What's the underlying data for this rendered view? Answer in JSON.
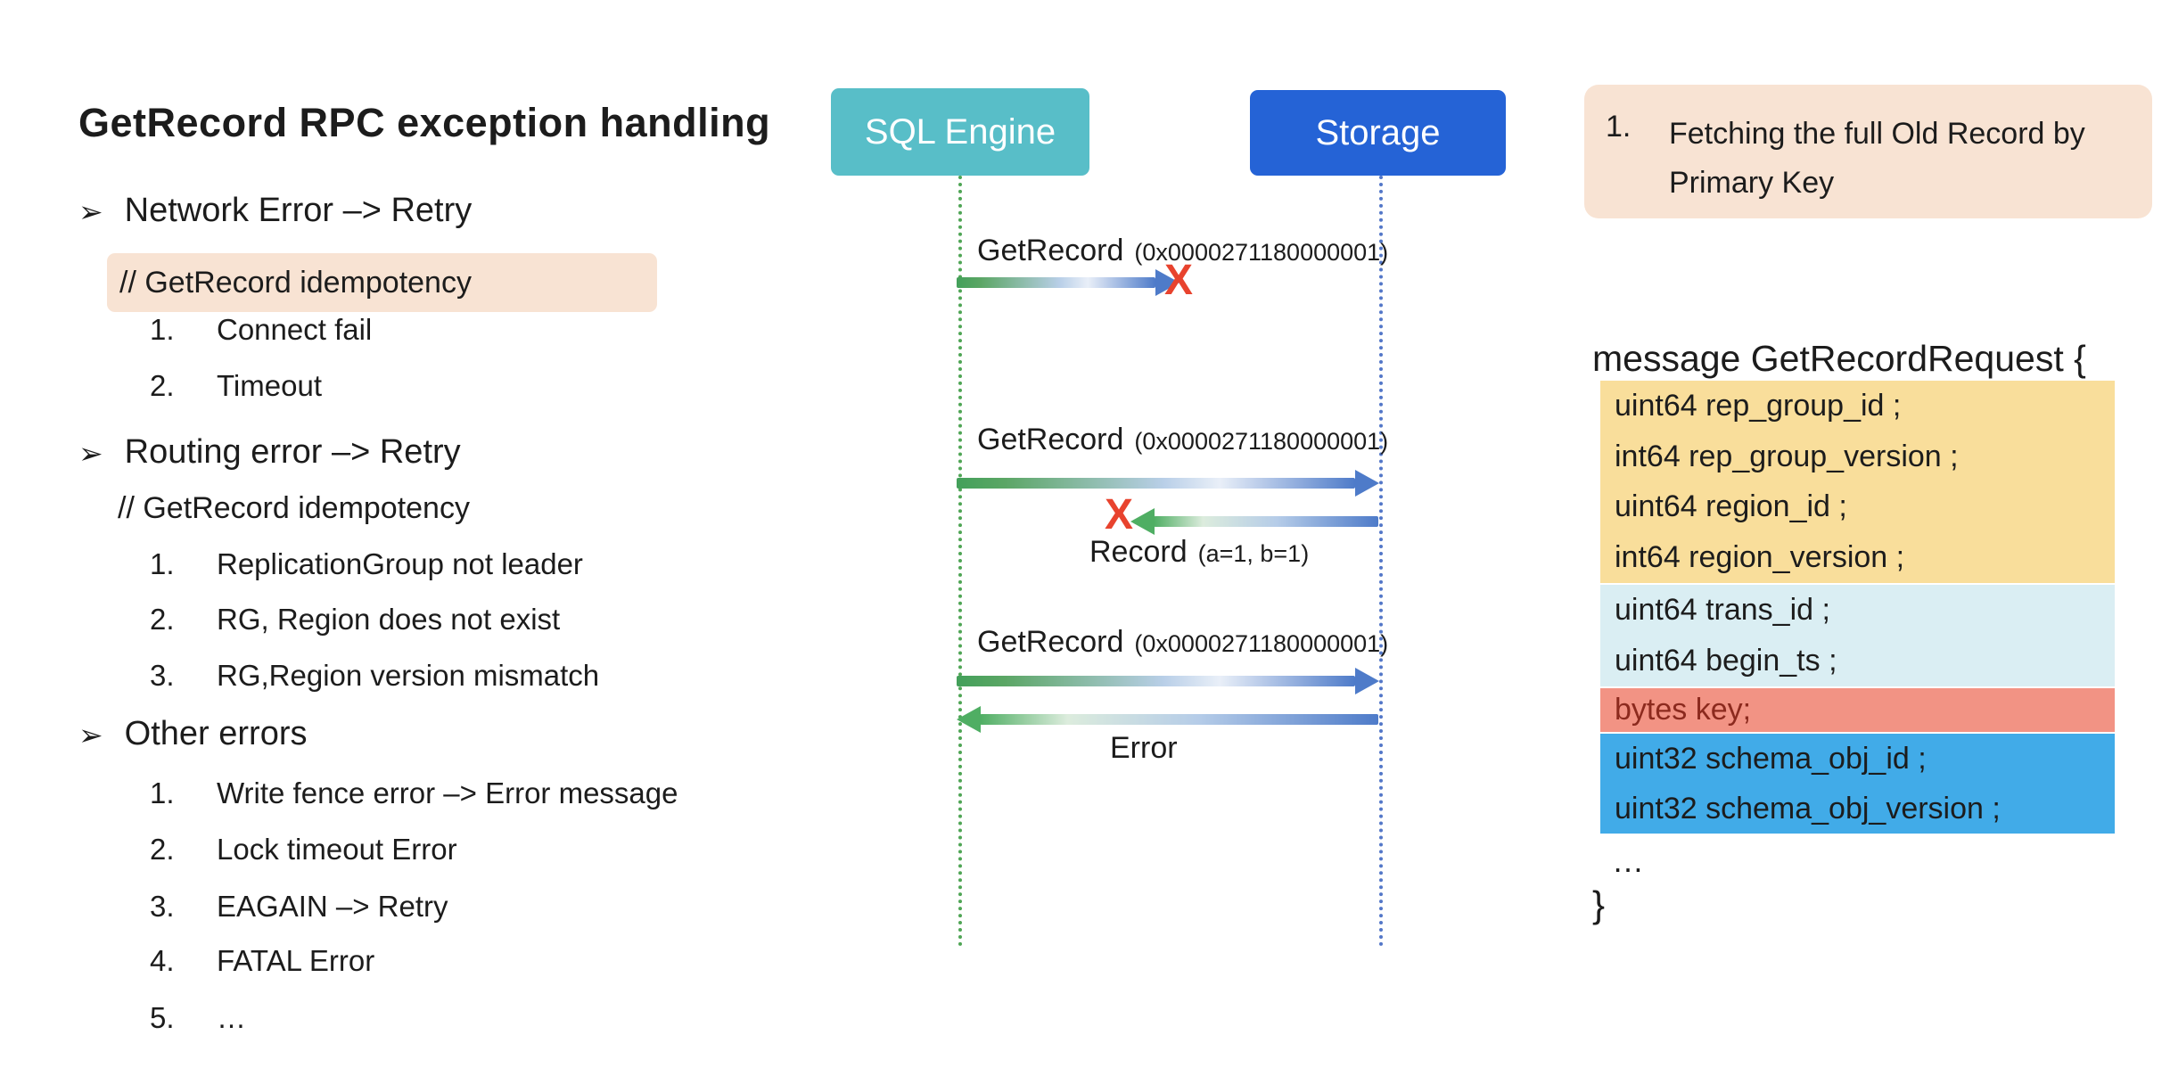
{
  "colors": {
    "sql_engine_box": "#58bec8",
    "storage_box": "#2563d6",
    "peach_highlight": "#f8e3d3",
    "field_yellow": "#f9de9b",
    "field_cyan": "#daeef3",
    "field_salmon": "#f29384",
    "field_blue": "#41abe8",
    "bytes_key_text": "#8c2a1e",
    "x_red": "#e8432e",
    "lifeline_green": "#4fa555",
    "lifeline_blue": "#5377c8"
  },
  "left": {
    "title": "GetRecord RPC exception handling",
    "bullet_char": "➢",
    "items": [
      {
        "type": "bullet",
        "text": "Network Error –> Retry"
      },
      {
        "type": "comment-highlight",
        "text": "// GetRecord idempotency"
      },
      {
        "type": "num",
        "n": "1.",
        "text": "Connect fail"
      },
      {
        "type": "num",
        "n": "2.",
        "text": "Timeout"
      },
      {
        "type": "bullet",
        "text": "Routing error –> Retry"
      },
      {
        "type": "comment",
        "text": "// GetRecord idempotency"
      },
      {
        "type": "num",
        "n": "1.",
        "text": "ReplicationGroup not leader"
      },
      {
        "type": "num",
        "n": "2.",
        "text": "RG, Region does not exist"
      },
      {
        "type": "num",
        "n": "3.",
        "text": "RG,Region version mismatch"
      },
      {
        "type": "bullet",
        "text": "Other errors"
      },
      {
        "type": "num",
        "n": "1.",
        "text": "Write fence error –> Error message"
      },
      {
        "type": "num",
        "n": "2.",
        "text": "Lock timeout Error"
      },
      {
        "type": "num",
        "n": "3.",
        "text": "EAGAIN –> Retry"
      },
      {
        "type": "num",
        "n": "4.",
        "text": "FATAL Error"
      },
      {
        "type": "num",
        "n": "5.",
        "text": "…"
      }
    ]
  },
  "diagram": {
    "actors": [
      {
        "label": "SQL Engine"
      },
      {
        "label": "Storage"
      }
    ],
    "x_mark": "X",
    "messages": [
      {
        "name": "GetRecord",
        "arg": "(0x0000271180000001)"
      },
      {
        "name": "GetRecord",
        "arg": "(0x0000271180000001)"
      },
      {
        "name": "Record",
        "arg": "(a=1, b=1)"
      },
      {
        "name": "GetRecord",
        "arg": "(0x0000271180000001)"
      },
      {
        "name": "Error",
        "arg": ""
      }
    ]
  },
  "note": {
    "number": "1.",
    "line1": "Fetching the full Old Record by",
    "line2": "Primary Key"
  },
  "proto": {
    "header": "message GetRecordRequest {",
    "groups": [
      {
        "name": "routing-fields",
        "fields": [
          "uint64 rep_group_id ;",
          "int64 rep_group_version ;",
          "uint64 region_id ;",
          "int64 region_version ;"
        ]
      },
      {
        "name": "transaction-fields",
        "fields": [
          "uint64 trans_id ;",
          "uint64 begin_ts ;"
        ]
      },
      {
        "name": "key-field",
        "fields": [
          "bytes key;"
        ]
      },
      {
        "name": "schema-fields",
        "fields": [
          "uint32 schema_obj_id ;",
          "uint32 schema_obj_version ;"
        ]
      }
    ],
    "ellipsis": "…",
    "close": "}"
  }
}
